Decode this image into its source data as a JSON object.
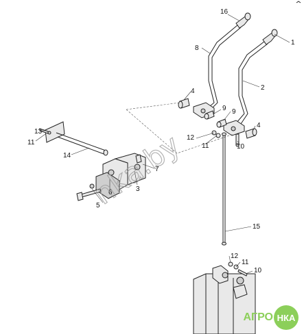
{
  "callouts": [
    {
      "id": "1",
      "label": "1"
    },
    {
      "id": "2",
      "label": "2"
    },
    {
      "id": "3",
      "label": "3"
    },
    {
      "id": "4a",
      "label": "4"
    },
    {
      "id": "4b",
      "label": "4"
    },
    {
      "id": "5",
      "label": "5"
    },
    {
      "id": "6",
      "label": "6"
    },
    {
      "id": "7",
      "label": "7"
    },
    {
      "id": "8",
      "label": "8"
    },
    {
      "id": "9a",
      "label": "9"
    },
    {
      "id": "9b",
      "label": "9"
    },
    {
      "id": "10a",
      "label": "10"
    },
    {
      "id": "10b",
      "label": "10"
    },
    {
      "id": "11a",
      "label": "11"
    },
    {
      "id": "11b",
      "label": "11"
    },
    {
      "id": "11c",
      "label": "11"
    },
    {
      "id": "12a",
      "label": "12"
    },
    {
      "id": "12b",
      "label": "12"
    },
    {
      "id": "13",
      "label": "13"
    },
    {
      "id": "14",
      "label": "14"
    },
    {
      "id": "15",
      "label": "15"
    },
    {
      "id": "16",
      "label": "16"
    }
  ],
  "watermark": "nka.by",
  "brand": {
    "left": "АГРО",
    "circle": "НКА"
  },
  "colors": {
    "line": "#222222",
    "brand": "#8ccf5a",
    "watermark": "#9a9a9a"
  }
}
